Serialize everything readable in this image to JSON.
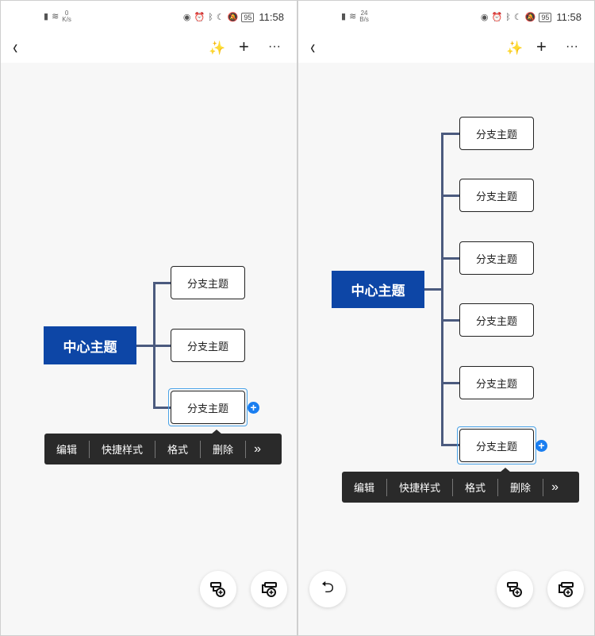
{
  "screens": [
    {
      "status": {
        "net_value": "0",
        "net_unit": "K/s",
        "battery": "95",
        "time": "11:58"
      },
      "center": "中心主题",
      "branches": [
        "分支主题",
        "分支主题",
        "分支主题"
      ],
      "menu": [
        "编辑",
        "快捷样式",
        "格式",
        "删除",
        "»"
      ]
    },
    {
      "status": {
        "net_value": "24",
        "net_unit": "B/s",
        "battery": "95",
        "time": "11:58"
      },
      "center": "中心主题",
      "branches": [
        "分支主题",
        "分支主题",
        "分支主题",
        "分支主题",
        "分支主题",
        "分支主题"
      ],
      "menu": [
        "编辑",
        "快捷样式",
        "格式",
        "删除",
        "»"
      ]
    }
  ],
  "icons": {
    "back": "‹",
    "magic": "✨",
    "add": "+",
    "more": "···",
    "undo": "⮌"
  },
  "colors": {
    "center": "#0d46a6",
    "connector": "#4b5a7e",
    "selection": "#4aa3e8",
    "add": "#1a7ef0"
  }
}
